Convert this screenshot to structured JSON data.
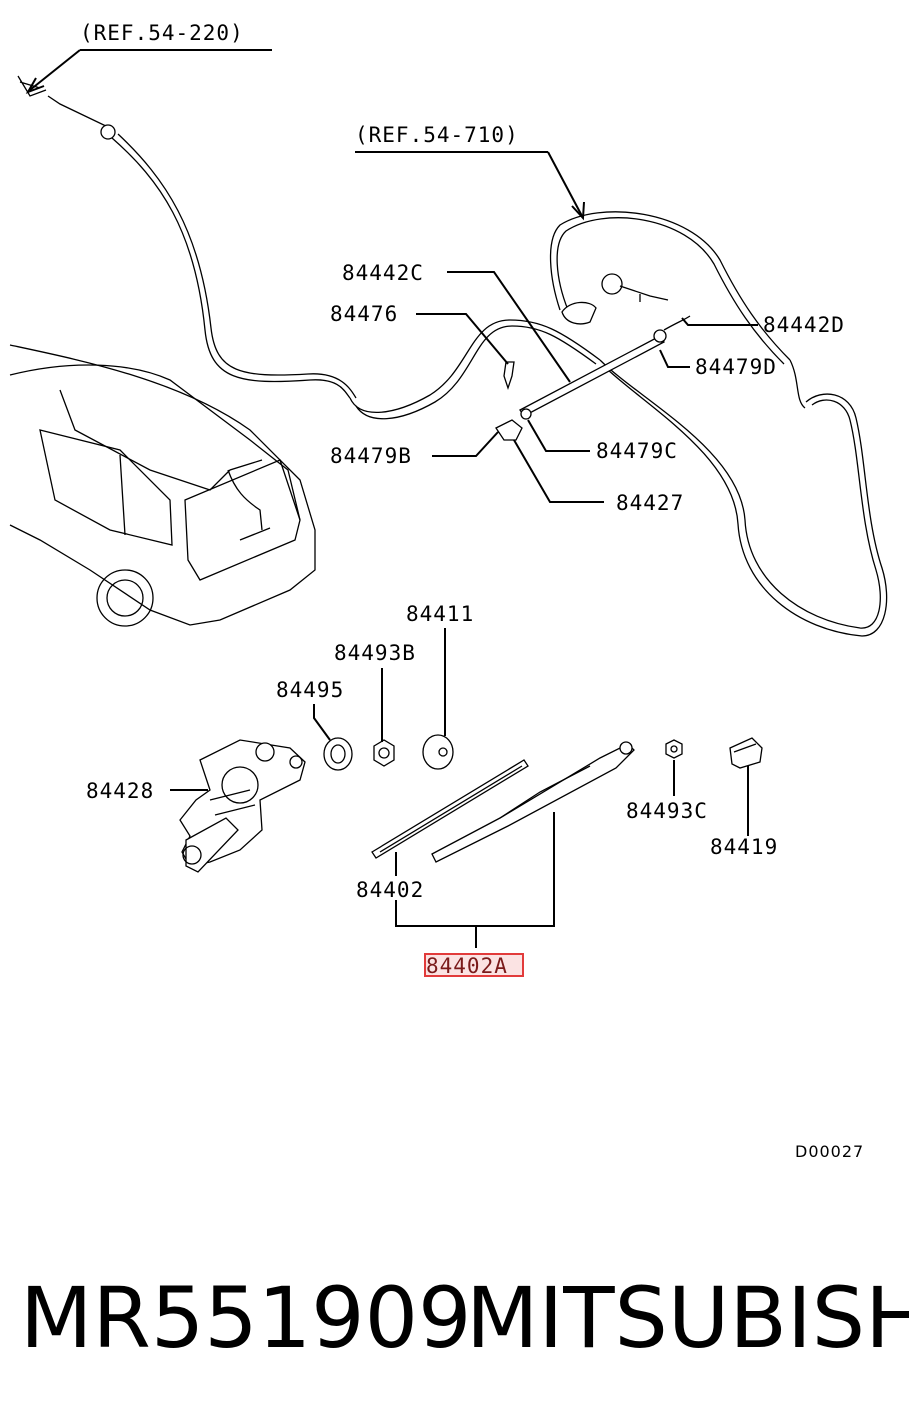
{
  "references": {
    "ref_top": "(REF.54-220)",
    "ref_right": "(REF.54-710)"
  },
  "labels": {
    "p84442C": "84442C",
    "p84476": "84476",
    "p84442D": "84442D",
    "p84479D": "84479D",
    "p84479B": "84479B",
    "p84479C": "84479C",
    "p84427": "84427",
    "p84411": "84411",
    "p84493B": "84493B",
    "p84495": "84495",
    "p84428": "84428",
    "p84493C": "84493C",
    "p84419": "84419",
    "p84402": "84402",
    "p84402A": "84402A"
  },
  "highlighted_part": "84402A",
  "diagram_code": "D00027",
  "footer": {
    "part_number": "MR551909",
    "brand": "MITSUBISHI"
  },
  "colors": {
    "highlight_border": "#e23b3b",
    "highlight_fill": "#fbe3e3"
  }
}
